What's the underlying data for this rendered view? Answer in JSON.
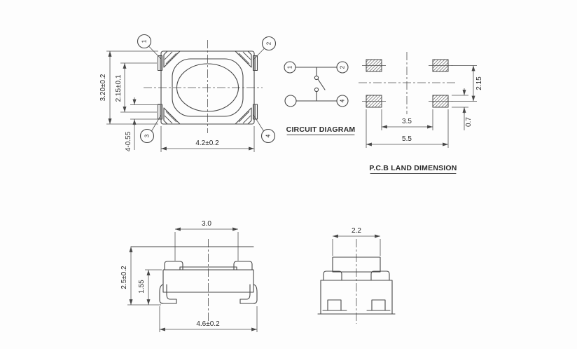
{
  "colors": {
    "line": "#474747",
    "text": "#2b2b2b",
    "background": "#fdfdfd"
  },
  "top_view": {
    "dim_height": "3.20±0.2",
    "dim_pitch": "2.15±0.1",
    "dim_lead": "4-0.55",
    "dim_width": "4.2±0.2",
    "pin1": "1",
    "pin2": "2",
    "pin3": "3",
    "pin4": "4"
  },
  "circuit": {
    "title": "CIRCUIT DIAGRAM",
    "pin1": "1",
    "pin2": "2",
    "pin3": "",
    "pin4": "4"
  },
  "pcb": {
    "title": "P.C.B LAND DIMENSION",
    "dim_pitch_y": "2.15",
    "dim_pad_h": "0.7",
    "dim_inner": "3.5",
    "dim_outer": "5.5"
  },
  "front_view": {
    "dim_button": "3.0",
    "dim_total_h": "2.5±0.2",
    "dim_body_h": "1.55",
    "dim_total_w": "4.6±0.2"
  },
  "side_view": {
    "dim_stem": "2.2"
  }
}
